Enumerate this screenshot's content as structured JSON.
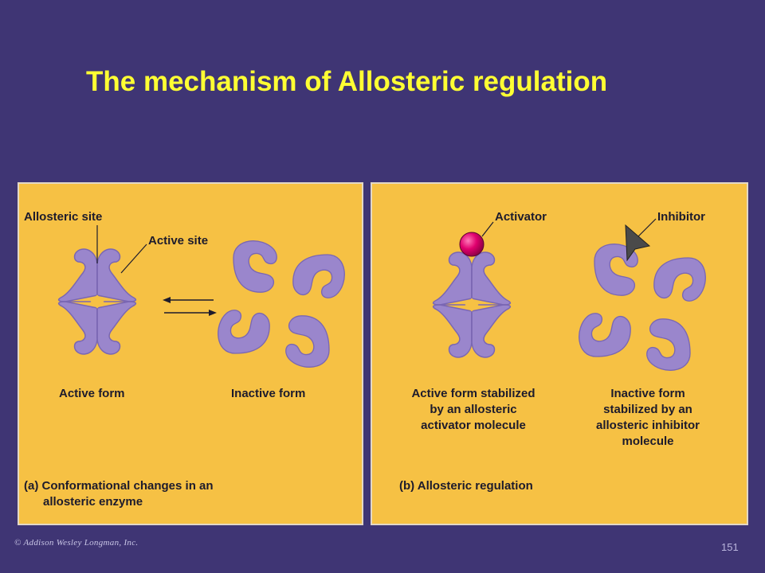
{
  "slide": {
    "title": "The mechanism of Allosteric regulation",
    "page_number": "151",
    "footer_credit": "© Addison Wesley Longman, Inc."
  },
  "panel_a": {
    "label_allosteric_site": "Allosteric site",
    "label_active_site": "Active site",
    "label_active_form": "Active form",
    "label_inactive_form": "Inactive form",
    "caption_line1": "(a) Conformational changes in an",
    "caption_line2": "allosteric enzyme"
  },
  "panel_b": {
    "label_activator": "Activator",
    "label_inhibitor": "Inhibitor",
    "active_caption_line1": "Active form stabilized",
    "active_caption_line2": "by an allosteric",
    "active_caption_line3": "activator molecule",
    "inactive_caption_line1": "Inactive form",
    "inactive_caption_line2": "stabilized by an",
    "inactive_caption_line3": "allosteric inhibitor",
    "inactive_caption_line4": "molecule",
    "caption": "(b) Allosteric regulation"
  },
  "colors": {
    "background": "#3f3574",
    "title": "#ffff33",
    "panel": "#f6c144",
    "enzyme": "#9a86cc",
    "enzyme_outline": "#7a67b3",
    "activator": "#e0006e",
    "inhibitor": "#4a4a4a"
  }
}
